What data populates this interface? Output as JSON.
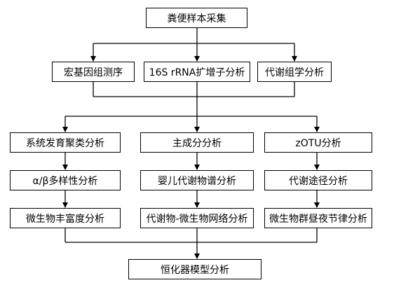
{
  "flowchart": {
    "root": "粪便样本采集",
    "methods": [
      "宏基因组测序",
      "16S rRNA扩增子分析",
      "代谢组学分析"
    ],
    "columns": [
      [
        "系统发育聚类分析",
        "α/β多样性分析",
        "微生物丰富度分析"
      ],
      [
        "主成分分析",
        "婴儿代谢物谱分析",
        "代谢物-微生物网络分析"
      ],
      [
        "zOTU分析",
        "代谢途径分析",
        "微生物群昼夜节律分析"
      ]
    ],
    "final": "恒化器模型分析"
  },
  "colors": {
    "line": "#000000",
    "box_border": "#000000",
    "box_fill": "#ffffff",
    "text": "#000000"
  }
}
